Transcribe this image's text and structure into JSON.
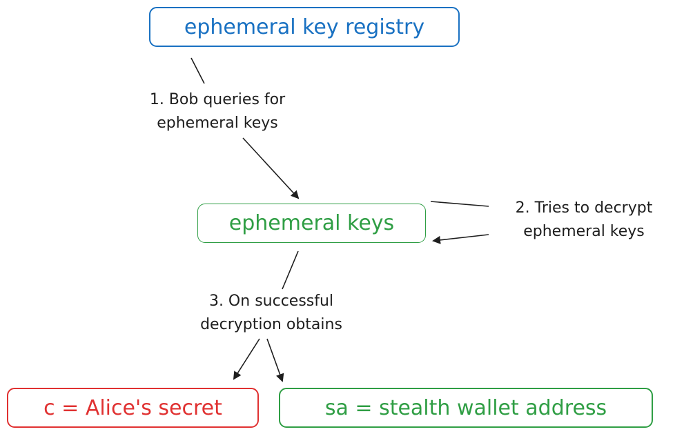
{
  "nodes": {
    "registry": "ephemeral key registry",
    "keys": "ephemeral keys",
    "secret": "c = Alice's secret",
    "address": "sa = stealth wallet address"
  },
  "edges": {
    "step1": [
      "1. Bob queries for",
      "ephemeral keys"
    ],
    "step2": [
      "2. Tries to decrypt",
      "ephemeral keys"
    ],
    "step3": [
      "3. On successful",
      "decryption obtains"
    ]
  },
  "colors": {
    "blue": "#1971c2",
    "green": "#2f9e44",
    "red": "#e03131",
    "ink": "#1e1e1e"
  }
}
